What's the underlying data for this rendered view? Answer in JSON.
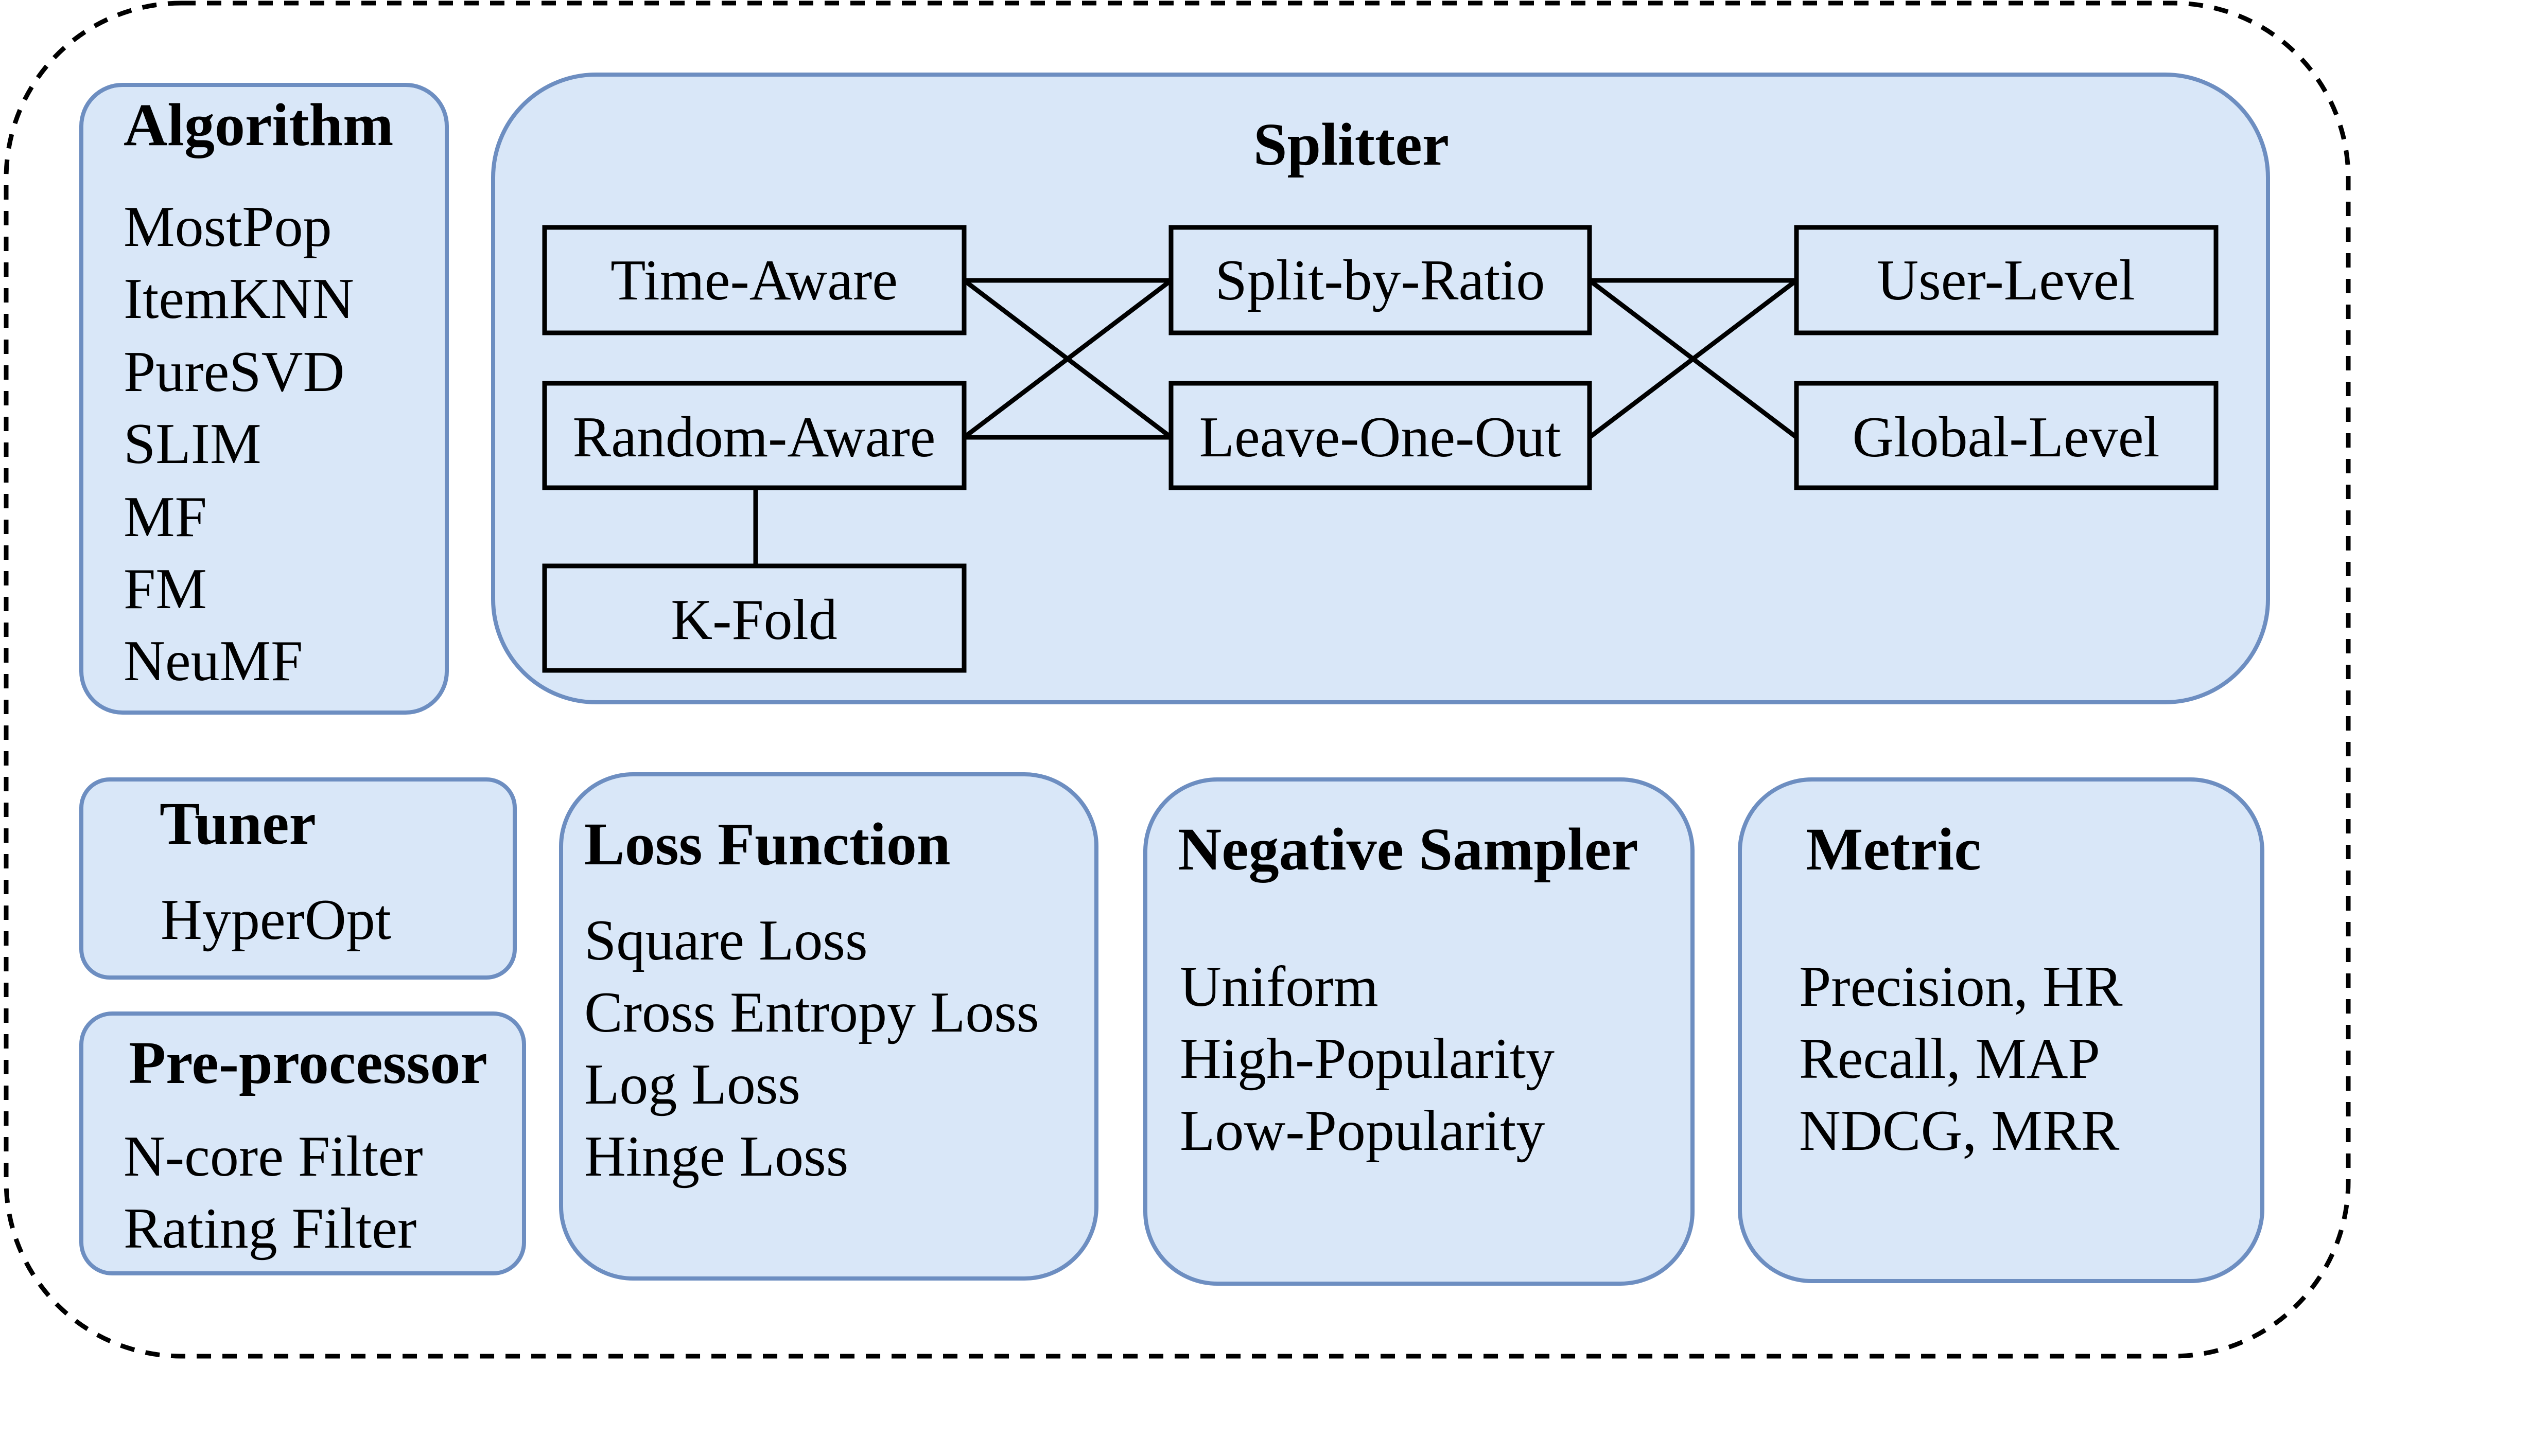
{
  "modules": {
    "algorithm": {
      "title": "Algorithm",
      "items": [
        "MostPop",
        "ItemKNN",
        "PureSVD",
        "SLIM",
        "MF",
        "FM",
        "NeuMF"
      ]
    },
    "splitter": {
      "title": "Splitter",
      "nodes": {
        "time_aware": "Time-Aware",
        "random_aware": "Random-Aware",
        "k_fold": "K-Fold",
        "split_by_ratio": "Split-by-Ratio",
        "leave_one_out": "Leave-One-Out",
        "user_level": "User-Level",
        "global_level": "Global-Level"
      }
    },
    "tuner": {
      "title": "Tuner",
      "items": [
        "HyperOpt"
      ]
    },
    "preprocessor": {
      "title": "Pre-processor",
      "items": [
        "N-core Filter",
        "Rating Filter"
      ]
    },
    "loss_function": {
      "title": "Loss Function",
      "items": [
        "Square Loss",
        "Cross Entropy Loss",
        "Log Loss",
        "Hinge Loss"
      ]
    },
    "negative_sampler": {
      "title": "Negative Sampler",
      "items": [
        "Uniform",
        "High-Popularity",
        "Low-Popularity"
      ]
    },
    "metric": {
      "title": "Metric",
      "items": [
        "Precision, HR",
        "Recall, MAP",
        "NDCG, MRR"
      ]
    }
  },
  "colors": {
    "module_fill": "#d9e7f8",
    "module_border": "#6d8ec1",
    "node_border": "#000000",
    "outer_border": "#000000"
  }
}
